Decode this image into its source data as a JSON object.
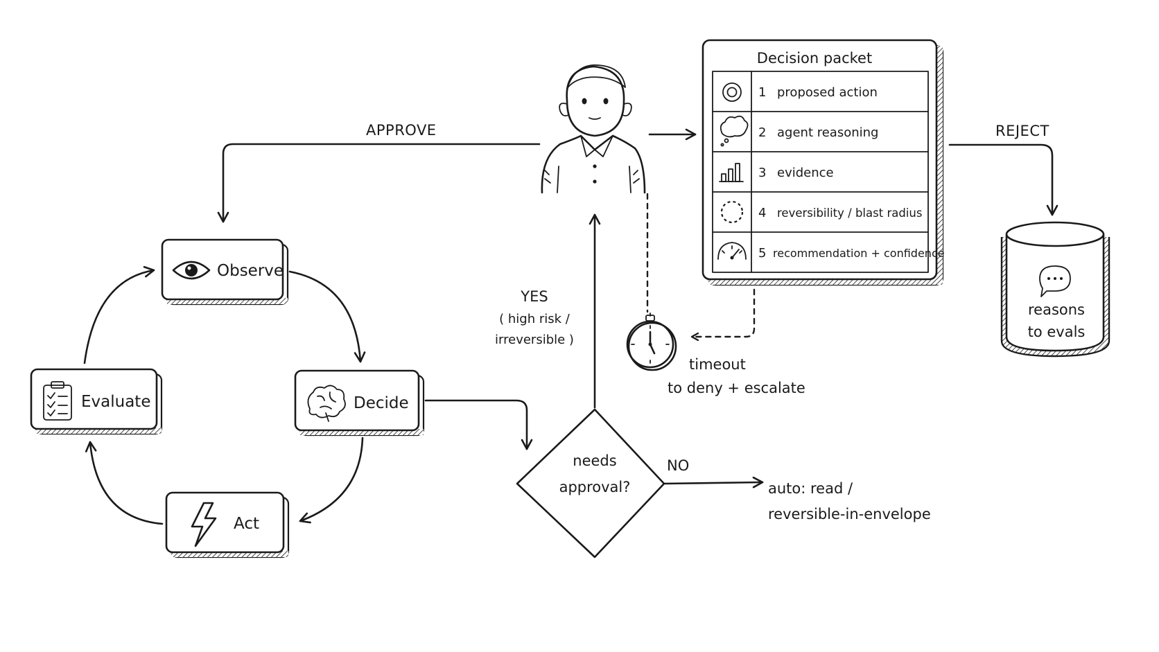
{
  "loop": {
    "observe": "Observe",
    "decide": "Decide",
    "act": "Act",
    "evaluate": "Evaluate"
  },
  "gate": {
    "question_line1": "needs",
    "question_line2": "approval?",
    "yes_label": "YES",
    "yes_detail_line1": "( high risk /",
    "yes_detail_line2": "irreversible )",
    "no_label": "NO",
    "auto_line1": "auto: read /",
    "auto_line2": "reversible-in-envelope"
  },
  "approve_label": "APPROVE",
  "reject_label": "REJECT",
  "packet": {
    "title": "Decision packet",
    "rows": [
      {
        "num": "1",
        "text": "proposed action",
        "icon": "target-icon"
      },
      {
        "num": "2",
        "text": "agent reasoning",
        "icon": "thought-cloud-icon"
      },
      {
        "num": "3",
        "text": "evidence",
        "icon": "bar-chart-icon"
      },
      {
        "num": "4",
        "text": "reversibility / blast radius",
        "icon": "dashed-circle-icon"
      },
      {
        "num": "5",
        "text": "recommendation + confidence",
        "icon": "gauge-icon"
      }
    ]
  },
  "timeout": {
    "line1": "timeout",
    "line2": "to deny + escalate"
  },
  "store": {
    "line1": "reasons",
    "line2": "to evals"
  }
}
